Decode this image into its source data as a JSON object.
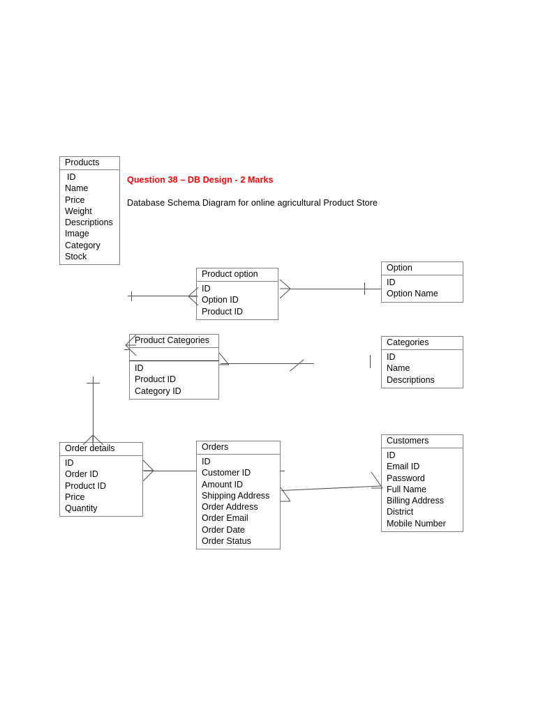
{
  "document": {
    "title": "Question 38 – DB Design - 2 Marks",
    "subtitle": "Database Schema Diagram for online agricultural Product Store",
    "title_color": "#ff0000",
    "text_color": "#000000",
    "line_color": "#4d4d4d",
    "box_border_color": "#808080",
    "background": "#ffffff"
  },
  "diagram": {
    "type": "entity-relationship-diagram",
    "notation": "crows-foot",
    "entities": [
      {
        "name": "Products",
        "fields": [
          "ID",
          "Name",
          "Price",
          "Weight",
          "Descriptions",
          "Image",
          "Category",
          "Stock"
        ]
      },
      {
        "name": "Product option",
        "fields": [
          "ID",
          "Option ID",
          "Product ID"
        ]
      },
      {
        "name": "Option",
        "fields": [
          "ID",
          "Option Name"
        ]
      },
      {
        "name": "Product Categories",
        "fields": [
          "ID",
          "Product ID",
          "Category ID"
        ]
      },
      {
        "name": "Categories",
        "fields": [
          "ID",
          "Name",
          "Descriptions"
        ]
      },
      {
        "name": "Order details",
        "fields": [
          "ID",
          "Order ID",
          "Product ID",
          "Price",
          "Quantity"
        ]
      },
      {
        "name": "Orders",
        "fields": [
          "ID",
          "Customer ID",
          "Amount ID",
          "Shipping Address",
          "Order Address",
          "Order Email",
          "Order Date",
          "Order Status"
        ]
      },
      {
        "name": "Customers",
        "fields": [
          "ID",
          "Email ID",
          "Password",
          "Full Name",
          "Billing Address",
          "District",
          "Mobile Number"
        ]
      }
    ],
    "relationships": [
      {
        "from": "Products",
        "to": "Product option",
        "from_cardinality": "one",
        "to_cardinality": "many"
      },
      {
        "from": "Product option",
        "to": "Option",
        "from_cardinality": "many",
        "to_cardinality": "one"
      },
      {
        "from": "Products",
        "to": "Product Categories",
        "from_cardinality": "one",
        "to_cardinality": "many"
      },
      {
        "from": "Product Categories",
        "to": "Categories",
        "from_cardinality": "many",
        "to_cardinality": "one"
      },
      {
        "from": "Products",
        "to": "Order details",
        "from_cardinality": "one",
        "to_cardinality": "many"
      },
      {
        "from": "Orders",
        "to": "Order details",
        "from_cardinality": "one",
        "to_cardinality": "many"
      },
      {
        "from": "Orders",
        "to": "Customers",
        "from_cardinality": "many",
        "to_cardinality": "one"
      }
    ]
  }
}
